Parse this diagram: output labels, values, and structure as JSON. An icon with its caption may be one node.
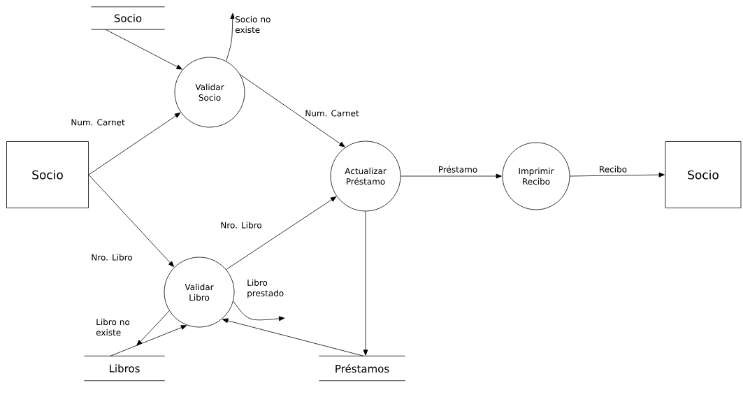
{
  "diagram": {
    "nodes": [
      {
        "text": [
          "Socio"
        ]
      },
      {
        "text": [
          "Validar Socio"
        ]
      },
      {
        "text": [
          "Socio"
        ]
      },
      {
        "text": [
          "Actualizar Préstamo"
        ]
      },
      {
        "text": [
          "Imprimir Recibo"
        ]
      },
      {
        "text": [
          "Socio"
        ]
      },
      {
        "text": [
          "Validar Libro"
        ]
      },
      {
        "text": [
          "Libros"
        ]
      },
      {
        "text": [
          "Préstamos"
        ]
      }
    ],
    "edges": [
      {
        "from": 0,
        "to": 1,
        "arrow": "to"
      },
      {
        "from": 1,
        "to": null,
        "arrow": "to",
        "label": "Socio no existe"
      },
      {
        "from": 2,
        "to": 1,
        "arrow": "to",
        "label": "Num. Carnet"
      },
      {
        "from": 2,
        "to": 6,
        "arrow": "to",
        "label": "Nro. Libro"
      },
      {
        "from": 1,
        "to": 3,
        "arrow": "to",
        "label": "Num. Carnet"
      },
      {
        "from": 6,
        "to": 3,
        "arrow": "to",
        "label": "Nro. Libro"
      },
      {
        "from": 3,
        "to": 4,
        "arrow": "to",
        "label": "Préstamo"
      },
      {
        "from": 4,
        "to": 5,
        "arrow": "to",
        "label": "Recibo"
      },
      {
        "from": 3,
        "to": 8,
        "arrow": "to"
      },
      {
        "from": 8,
        "to": 6,
        "arrow": "to"
      },
      {
        "from": 7,
        "to": 6,
        "arrow": "to"
      },
      {
        "from": 6,
        "to": null,
        "arrow": "to",
        "label": "Libro prestado"
      },
      {
        "from": 6,
        "to": null,
        "arrow": "to",
        "label": "Libro no existe"
      }
    ]
  }
}
